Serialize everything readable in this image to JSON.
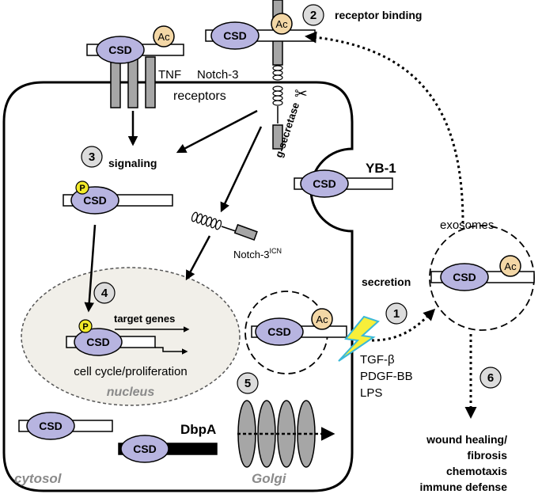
{
  "labels": {
    "csd": "CSD",
    "ac": "Ac",
    "p": "P",
    "tnf": "TNF",
    "receptors": "receptors",
    "notch3": "Notch-3",
    "gsecretase": "g-secretase",
    "signaling": "signaling",
    "notch3icn_base": "Notch-3",
    "notch3icn_sup": "ICN",
    "yb1": "YB-1",
    "receptor_binding": "receptor binding",
    "exosomes": "exosomes",
    "secretion": "secretion",
    "target_genes": "target genes",
    "cell_cycle": "cell cycle/proliferation",
    "nucleus": "nucleus",
    "tgfb": "TGF-β",
    "pdgf": "PDGF-BB",
    "lps": "LPS",
    "dbpa": "DbpA",
    "cytosol": "cytosol",
    "golgi": "Golgi",
    "outcome1": "wound healing/",
    "outcome2": "fibrosis",
    "outcome3": "chemotaxis",
    "outcome4": "immune defense"
  },
  "steps": [
    "1",
    "2",
    "3",
    "4",
    "5",
    "6"
  ],
  "colors": {
    "csd_fill": "#b7b4e0",
    "ac_fill": "#f3d7a6",
    "p_fill": "#f2ea2a",
    "receptor_gray": "#a6a6a6",
    "nucleus_fill": "#f1efe9",
    "step_circle": "#dcdcdc",
    "lightning": "#f7ef3a",
    "lightning_edge": "#3ab8d8"
  }
}
